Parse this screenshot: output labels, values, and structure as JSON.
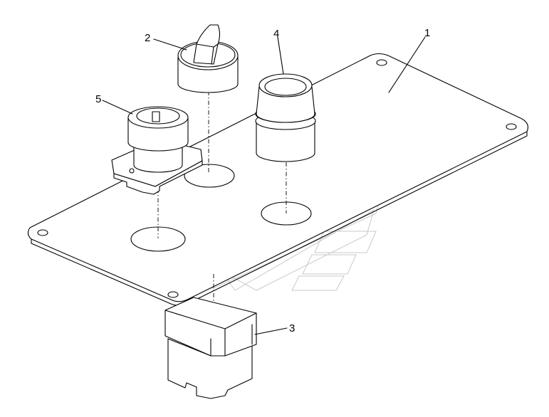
{
  "diagram": {
    "callouts": [
      {
        "id": "1",
        "label": "1",
        "part": "panel-plate"
      },
      {
        "id": "2",
        "label": "2",
        "part": "selector-switch"
      },
      {
        "id": "3",
        "label": "3",
        "part": "contact-block"
      },
      {
        "id": "4",
        "label": "4",
        "part": "push-button"
      },
      {
        "id": "5",
        "label": "5",
        "part": "key-switch"
      }
    ]
  }
}
